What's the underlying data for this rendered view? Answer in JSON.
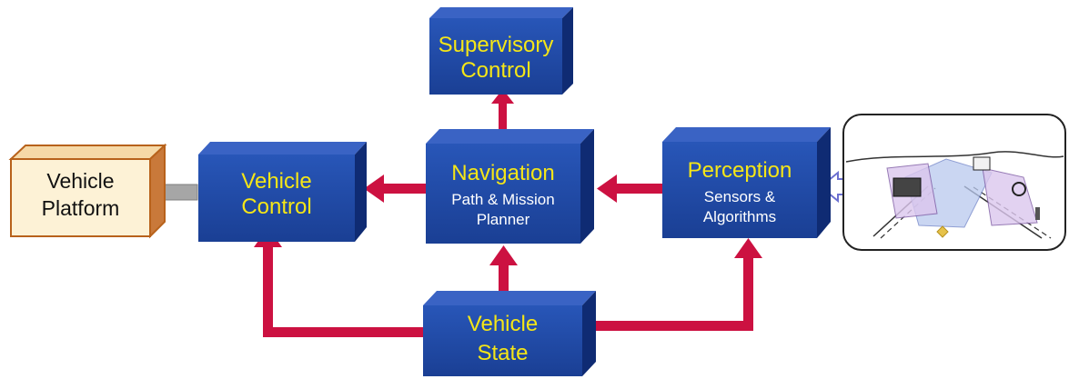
{
  "colors": {
    "block_front": "#1f4aa6",
    "block_side": "#0f2b73",
    "block_top": "#3a63c4",
    "title_text": "#f5e617",
    "subtitle_text": "#ffffff",
    "arrow": "#cc1141",
    "platform_front": "#fdf2d6",
    "platform_edge": "#b8621b",
    "gray_arrow": "#a6a6a6"
  },
  "blocks": {
    "supervisory": {
      "line1": "Supervisory",
      "line2": "Control"
    },
    "vehicle_control": {
      "line1": "Vehicle",
      "line2": "Control"
    },
    "navigation": {
      "title": "Navigation",
      "sub1": "Path & Mission",
      "sub2": "Planner"
    },
    "perception": {
      "title": "Perception",
      "sub1": "Sensors &",
      "sub2": "Algorithms"
    },
    "vehicle_state": {
      "line1": "Vehicle",
      "line2": "State"
    }
  },
  "platform": {
    "line1": "Vehicle",
    "line2": "Platform"
  },
  "illustration": {
    "icon": "vehicle-sensor-coverage-illustration"
  }
}
